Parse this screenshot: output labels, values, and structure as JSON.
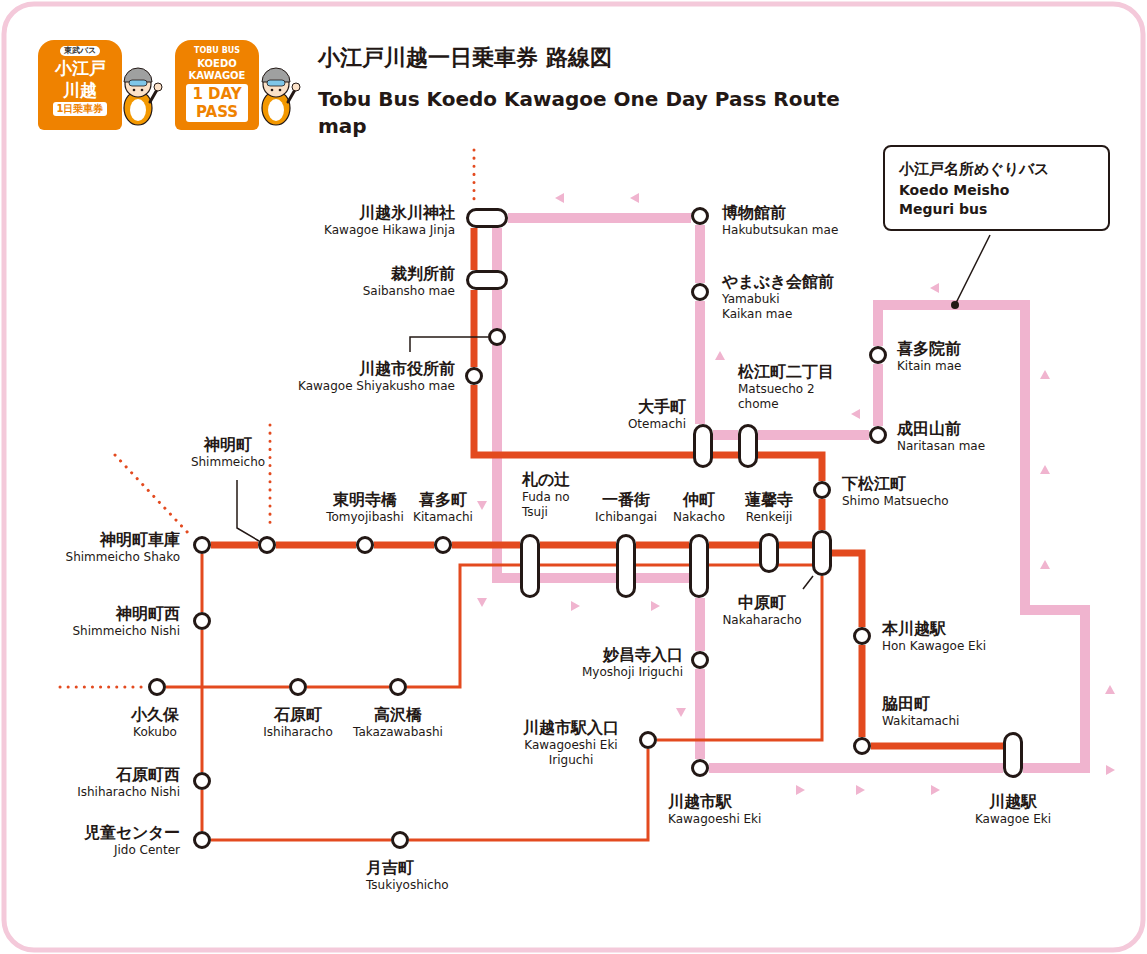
{
  "diagram": {
    "title": "小江戸川越一日乗車券 路線図",
    "nodes": [
      {
        "text": [
          "東武バス",
          "小江戸",
          "川越",
          "1日乗車券"
        ]
      },
      {
        "text": [
          "TOBU BUS",
          "KOEDO KAWAGOE",
          "1 DAY PASS"
        ]
      },
      {
        "text": [
          "小江戸名所めぐりバス",
          "Koedo Meisho Meguri bus"
        ]
      },
      {
        "text": [
          "川越氷川神社",
          "Kawagoe Hikawa Jinja"
        ]
      },
      {
        "text": [
          "博物館前",
          "Hakubutsukan mae"
        ]
      },
      {
        "text": [
          "裁判所前",
          "Saibansho mae"
        ]
      },
      {
        "text": [
          "やまぶき会館前",
          "Yamabuki Kaikan mae"
        ]
      },
      {
        "text": [
          "喜多院前",
          "Kitain mae"
        ]
      },
      {
        "text": [
          "川越市役所前",
          "Kawagoe Shiyakusho mae"
        ]
      },
      {
        "text": [
          "松江町二丁目",
          "Matsuecho 2 chome"
        ]
      },
      {
        "text": [
          "大手町",
          "Otemachi"
        ]
      },
      {
        "text": [
          "成田山前",
          "Naritasan mae"
        ]
      },
      {
        "text": [
          "下松江町",
          "Shimo Matsuecho"
        ]
      },
      {
        "text": [
          "東明寺橋",
          "Tomyojibashi"
        ]
      },
      {
        "text": [
          "喜多町",
          "Kitamachi"
        ]
      },
      {
        "text": [
          "神明町",
          "Shimmeicho"
        ]
      },
      {
        "text": [
          "札の辻",
          "Fuda no Tsuji"
        ]
      },
      {
        "text": [
          "一番街",
          "Ichibangai"
        ]
      },
      {
        "text": [
          "仲町",
          "Nakacho"
        ]
      },
      {
        "text": [
          "蓮馨寺",
          "Renkeiji"
        ]
      },
      {
        "text": [
          "神明町車庫",
          "Shimmeicho Shako"
        ]
      },
      {
        "text": [
          "中原町",
          "Nakaharacho"
        ]
      },
      {
        "text": [
          "本川越駅",
          "Hon Kawagoe Eki"
        ]
      },
      {
        "text": [
          "神明町西",
          "Shimmeicho Nishi"
        ]
      },
      {
        "text": [
          "妙昌寺入口",
          "Myoshoji Iriguchi"
        ]
      },
      {
        "text": [
          "小久保",
          "Kokubo"
        ]
      },
      {
        "text": [
          "石原町",
          "Ishiharacho"
        ]
      },
      {
        "text": [
          "高沢橋",
          "Takazawabashi"
        ]
      },
      {
        "text": [
          "脇田町",
          "Wakitamachi"
        ]
      },
      {
        "text": [
          "川越市駅入口",
          "Kawagoeshi Eki Iriguchi"
        ]
      },
      {
        "text": [
          "川越駅",
          "Kawagoe Eki"
        ]
      },
      {
        "text": [
          "川越市駅",
          "Kawagoeshi Eki"
        ]
      },
      {
        "text": [
          "石原町西",
          "Ishiharacho Nishi"
        ]
      },
      {
        "text": [
          "児童センター",
          "Jido Center"
        ]
      },
      {
        "text": [
          "月吉町",
          "Tsukiyoshicho"
        ]
      }
    ],
    "edges": [
      {
        "from": 3,
        "to": 5,
        "arrow": "none"
      },
      {
        "from": 5,
        "to": 8,
        "arrow": "none"
      },
      {
        "from": 8,
        "to": 10,
        "arrow": "none"
      },
      {
        "from": 10,
        "to": 9,
        "arrow": "none"
      },
      {
        "from": 9,
        "to": 12,
        "arrow": "none"
      },
      {
        "from": 12,
        "to": 21,
        "arrow": "none"
      },
      {
        "from": 21,
        "to": 22,
        "arrow": "none"
      },
      {
        "from": 22,
        "to": 28,
        "arrow": "none"
      },
      {
        "from": 28,
        "to": 30,
        "arrow": "none"
      },
      {
        "from": 20,
        "to": 15,
        "arrow": "none"
      },
      {
        "from": 15,
        "to": 13,
        "arrow": "none"
      },
      {
        "from": 13,
        "to": 14,
        "arrow": "none"
      },
      {
        "from": 14,
        "to": 16,
        "arrow": "none"
      },
      {
        "from": 16,
        "to": 17,
        "arrow": "none"
      },
      {
        "from": 17,
        "to": 18,
        "arrow": "none"
      },
      {
        "from": 18,
        "to": 19,
        "arrow": "none"
      },
      {
        "from": 19,
        "to": 21,
        "arrow": "none"
      },
      {
        "from": 20,
        "to": 23,
        "arrow": "none"
      },
      {
        "from": 23,
        "to": 32,
        "arrow": "none"
      },
      {
        "from": 32,
        "to": 33,
        "arrow": "none"
      },
      {
        "from": 33,
        "to": 34,
        "arrow": "none"
      },
      {
        "from": 34,
        "to": 29,
        "arrow": "none"
      },
      {
        "from": 29,
        "to": 21,
        "arrow": "none"
      },
      {
        "from": 25,
        "to": 26,
        "arrow": "none"
      },
      {
        "from": 26,
        "to": 27,
        "arrow": "none"
      },
      {
        "from": 27,
        "to": 16,
        "arrow": "none"
      },
      {
        "from": 16,
        "to": 17,
        "arrow": "none"
      },
      {
        "from": 17,
        "to": 18,
        "arrow": "none"
      },
      {
        "from": 18,
        "to": 21,
        "arrow": "none"
      },
      {
        "from": 31,
        "to": 30,
        "arrow": "none"
      },
      {
        "from": 30,
        "to": 7,
        "arrow": "none"
      },
      {
        "from": 7,
        "to": 11,
        "arrow": "none"
      },
      {
        "from": 11,
        "to": 9,
        "arrow": "none"
      },
      {
        "from": 9,
        "to": 10,
        "arrow": "none"
      },
      {
        "from": 10,
        "to": 6,
        "arrow": "none"
      },
      {
        "from": 6,
        "to": 4,
        "arrow": "none"
      },
      {
        "from": 4,
        "to": 3,
        "arrow": "none"
      },
      {
        "from": 3,
        "to": 5,
        "arrow": "none"
      },
      {
        "from": 5,
        "to": 16,
        "arrow": "none"
      },
      {
        "from": 16,
        "to": 17,
        "arrow": "none"
      },
      {
        "from": 17,
        "to": 18,
        "arrow": "none"
      },
      {
        "from": 18,
        "to": 24,
        "arrow": "none"
      },
      {
        "from": 24,
        "to": 31,
        "arrow": "none"
      }
    ],
    "labels": [
      "Tobu Bus Koedo Kawagoe One Day Pass Route map"
    ]
  }
}
